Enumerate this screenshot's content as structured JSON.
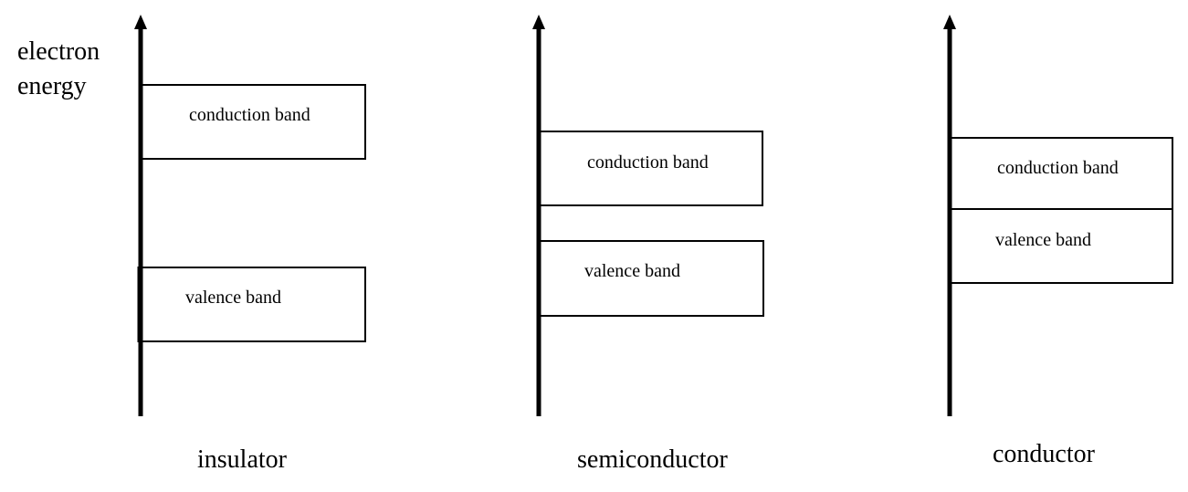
{
  "y_axis_label": [
    "electron",
    "energy"
  ],
  "diagrams": [
    {
      "id": "insulator",
      "caption": "insulator",
      "bands": [
        {
          "id": "conduction",
          "label": "conduction band"
        },
        {
          "id": "valence",
          "label": "valence band"
        }
      ],
      "gap": "large"
    },
    {
      "id": "semiconductor",
      "caption": "semiconductor",
      "bands": [
        {
          "id": "conduction",
          "label": "conduction band"
        },
        {
          "id": "valence",
          "label": "valence band"
        }
      ],
      "gap": "small"
    },
    {
      "id": "conductor",
      "caption": "conductor",
      "bands": [
        {
          "id": "conduction",
          "label": "conduction band"
        },
        {
          "id": "valence",
          "label": "valence band"
        }
      ],
      "gap": "none (overlapping/adjacent)"
    }
  ],
  "colors": {
    "line": "#000000",
    "background": "#ffffff"
  }
}
